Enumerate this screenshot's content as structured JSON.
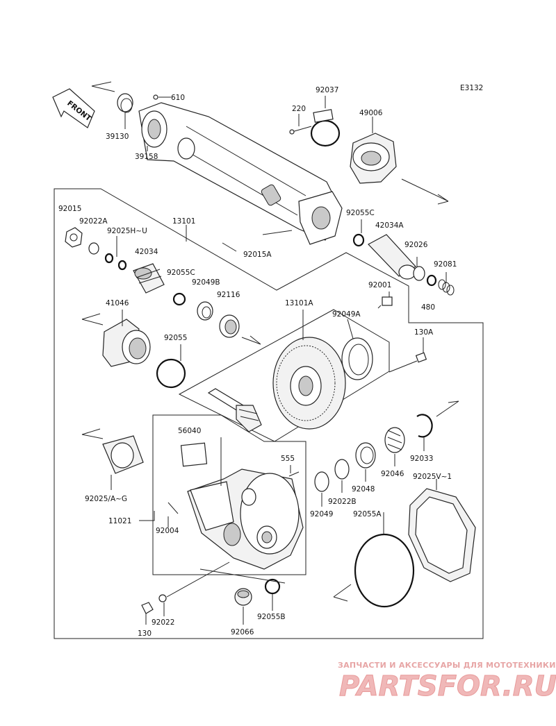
{
  "diagram": {
    "code": "E3132",
    "front_label": "FRONT",
    "labels": {
      "p39130": "39130",
      "p39158": "39158",
      "p610": "610",
      "p92037": "92037",
      "p220": "220",
      "p49006": "49006",
      "p92015": "92015",
      "p92022A": "92022A",
      "p92025HU": "92025H~U",
      "p13101": "13101",
      "p42034": "42034",
      "p92055C_a": "92055C",
      "p92049B": "92049B",
      "p92116": "92116",
      "p92015A": "92015A",
      "p92055C_b": "92055C",
      "p42034A": "42034A",
      "p92026": "92026",
      "p92081": "92081",
      "p92001": "92001",
      "p480": "480",
      "p41046": "41046",
      "p13101A": "13101A",
      "p92049A": "92049A",
      "p130A": "130A",
      "p92055": "92055",
      "p56040": "56040",
      "p555": "555",
      "p92033": "92033",
      "p92046": "92046",
      "p92048": "92048",
      "p92022B": "92022B",
      "p92025VI": "92025V~1",
      "p92025AG": "92025/A~G",
      "p92049": "92049",
      "p92055A": "92055A",
      "p11021": "11021",
      "p92004": "92004",
      "p92022": "92022",
      "p130": "130",
      "p92066": "92066",
      "p92055B": "92055B"
    }
  },
  "watermark": {
    "tagline": "ЗАПЧАСТИ И АКСЕССУАРЫ ДЛЯ МОТОТЕХНИКИ",
    "brand": "PARTSFOR.RU"
  }
}
